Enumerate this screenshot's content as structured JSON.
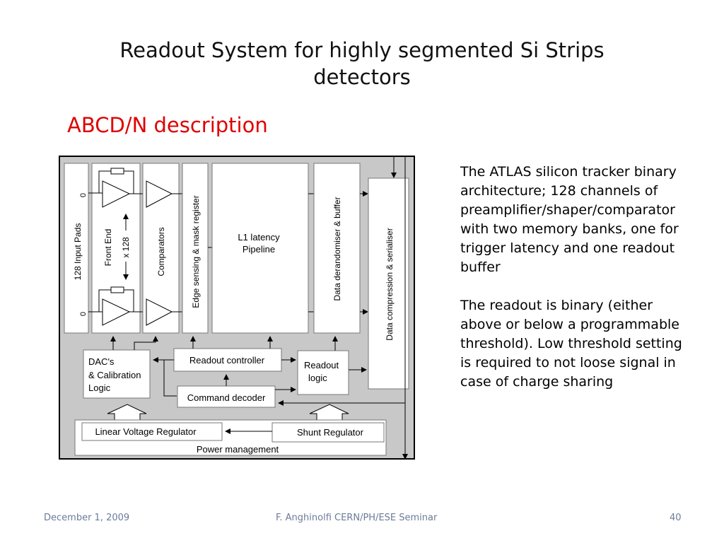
{
  "slide": {
    "title": "Readout System for highly segmented Si Strips detectors",
    "subtitle": "ABCD/N description",
    "description": [
      "The ATLAS silicon tracker binary architecture; 128 channels of preamplifier/shaper/comparator with two memory banks, one for trigger latency and one readout buffer",
      "The readout is binary (either above or below a programmable threshold). Low threshold setting is required to not loose signal in case of charge sharing"
    ],
    "footer": {
      "date": "December 1, 2009",
      "center": "F. Anghinolfi CERN/PH/ESE Seminar",
      "page": "40"
    }
  },
  "diagram": {
    "input_pads": "128 Input Pads",
    "pad_index_top": "0",
    "pad_index_bottom": "0",
    "front_end": "Front End",
    "front_end_count": "x 128",
    "comparators": "Comparators",
    "edge_sensing": "Edge sensing & mask register",
    "l1_latency_line1": "L1 latency",
    "l1_latency_line2": "Pipeline",
    "data_derandomiser": "Data derandomiser & buffer",
    "data_compression": "Data compression & serialiser",
    "dacs_line1": "DAC's",
    "dacs_line2": "& Calibration",
    "dacs_line3": "Logic",
    "readout_controller": "Readout controller",
    "readout_logic_line1": "Readout",
    "readout_logic_line2": "logic",
    "command_decoder": "Command decoder",
    "linear_regulator": "Linear Voltage Regulator",
    "shunt_regulator": "Shunt Regulator",
    "power_management": "Power management"
  }
}
